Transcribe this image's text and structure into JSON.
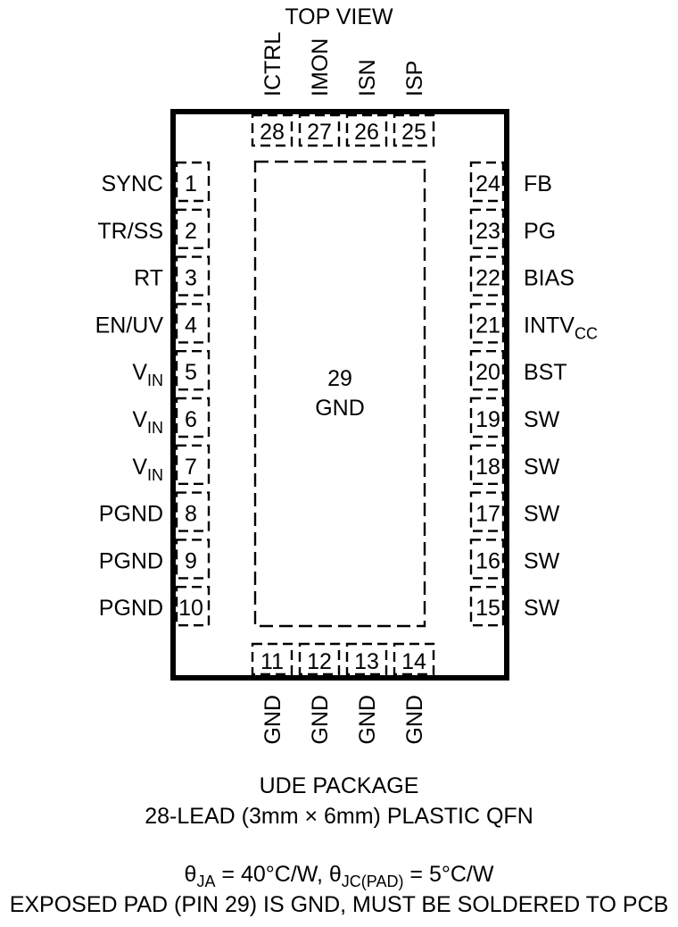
{
  "header": {
    "view_label": "TOP VIEW"
  },
  "package": {
    "name": "UDE PACKAGE",
    "description": "28-LEAD (3mm × 6mm) PLASTIC QFN",
    "thermal": {
      "theta": "θ",
      "ja_sub": "JA",
      "ja_value": " = 40°C/W, ",
      "jc_sub": "JC(PAD)",
      "jc_value": " = 5°C/W"
    },
    "note": "EXPOSED PAD (PIN 29) IS GND, MUST BE SOLDERED TO PCB"
  },
  "exposed_pad": {
    "number": "29",
    "name": "GND"
  },
  "pins": {
    "left": [
      {
        "number": "1",
        "name": "SYNC",
        "sub": ""
      },
      {
        "number": "2",
        "name": "TR/SS",
        "sub": ""
      },
      {
        "number": "3",
        "name": "RT",
        "sub": ""
      },
      {
        "number": "4",
        "name": "EN/UV",
        "sub": ""
      },
      {
        "number": "5",
        "name": "V",
        "sub": "IN"
      },
      {
        "number": "6",
        "name": "V",
        "sub": "IN"
      },
      {
        "number": "7",
        "name": "V",
        "sub": "IN"
      },
      {
        "number": "8",
        "name": "PGND",
        "sub": ""
      },
      {
        "number": "9",
        "name": "PGND",
        "sub": ""
      },
      {
        "number": "10",
        "name": "PGND",
        "sub": ""
      }
    ],
    "right": [
      {
        "number": "24",
        "name": "FB",
        "sub": ""
      },
      {
        "number": "23",
        "name": "PG",
        "sub": ""
      },
      {
        "number": "22",
        "name": "BIAS",
        "sub": ""
      },
      {
        "number": "21",
        "name": "INTV",
        "sub": "CC"
      },
      {
        "number": "20",
        "name": "BST",
        "sub": ""
      },
      {
        "number": "19",
        "name": "SW",
        "sub": ""
      },
      {
        "number": "18",
        "name": "SW",
        "sub": ""
      },
      {
        "number": "17",
        "name": "SW",
        "sub": ""
      },
      {
        "number": "16",
        "name": "SW",
        "sub": ""
      },
      {
        "number": "15",
        "name": "SW",
        "sub": ""
      }
    ],
    "top": [
      {
        "number": "28",
        "name": "ICTRL"
      },
      {
        "number": "27",
        "name": "IMON"
      },
      {
        "number": "26",
        "name": "ISN"
      },
      {
        "number": "25",
        "name": "ISP"
      }
    ],
    "bottom": [
      {
        "number": "11",
        "name": "GND"
      },
      {
        "number": "12",
        "name": "GND"
      },
      {
        "number": "13",
        "name": "GND"
      },
      {
        "number": "14",
        "name": "GND"
      }
    ]
  }
}
